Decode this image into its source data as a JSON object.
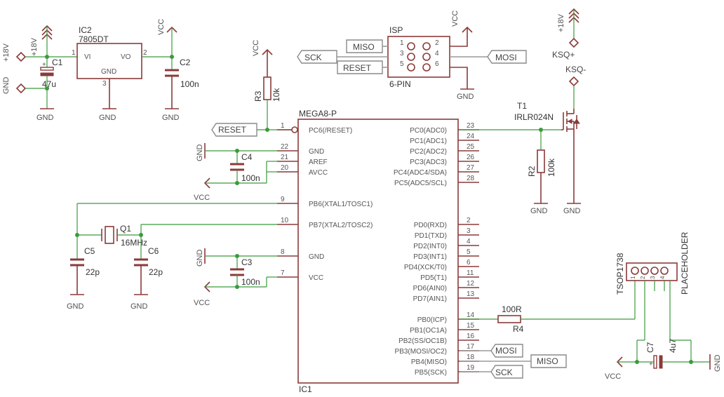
{
  "supply": {
    "v18": "+18V",
    "gnd": "GND",
    "vcc": "VCC"
  },
  "ic2": {
    "ref": "IC2",
    "part": "7805DT",
    "vi": "VI",
    "vo": "VO",
    "gnd": "GND",
    "pin_vi": "1",
    "pin_vo": "2",
    "pin_gnd": "3"
  },
  "c1": {
    "ref": "C1",
    "value": "47u"
  },
  "c2": {
    "ref": "C2",
    "value": "100n"
  },
  "c3": {
    "ref": "C3",
    "value": "100n"
  },
  "c4": {
    "ref": "C4",
    "value": "100n"
  },
  "c5": {
    "ref": "C5",
    "value": "22p"
  },
  "c6": {
    "ref": "C6",
    "value": "22p"
  },
  "c7": {
    "ref": "C7",
    "value": "4u7"
  },
  "q1": {
    "ref": "Q1",
    "value": "16MHz"
  },
  "r2": {
    "ref": "R2",
    "value": "100k"
  },
  "r3": {
    "ref": "R3",
    "value": "10k"
  },
  "r4": {
    "ref": "R4",
    "value": "100R"
  },
  "t1": {
    "ref": "T1",
    "part": "IRLR024N"
  },
  "ksq": {
    "plus": "KSQ+",
    "minus": "KSQ-"
  },
  "isp": {
    "ref": "ISP",
    "part": "6-PIN",
    "pins": [
      "1",
      "2",
      "3",
      "4",
      "5",
      "6"
    ]
  },
  "tsop": {
    "ref": "TSOP1738",
    "value": "PLACEHOLDER",
    "pins": [
      "1",
      "2",
      "3",
      "4"
    ]
  },
  "signals": {
    "sck": "SCK",
    "miso": "MISO",
    "mosi": "MOSI",
    "reset": "RESET"
  },
  "ic1": {
    "ref": "IC1",
    "part": "MEGA8-P",
    "left_pins": [
      {
        "num": "1",
        "name": "PC6(/RESET)"
      },
      {
        "num": "22",
        "name": "GND"
      },
      {
        "num": "21",
        "name": "AREF"
      },
      {
        "num": "20",
        "name": "AVCC"
      },
      {
        "num": "9",
        "name": "PB6(XTAL1/TOSC1)"
      },
      {
        "num": "10",
        "name": "PB7(XTAL2/TOSC2)"
      },
      {
        "num": "8",
        "name": "GND"
      },
      {
        "num": "7",
        "name": "VCC"
      }
    ],
    "right_pins": [
      {
        "num": "23",
        "name": "PC0(ADC0)"
      },
      {
        "num": "24",
        "name": "PC1(ADC1)"
      },
      {
        "num": "25",
        "name": "PC2(ADC2)"
      },
      {
        "num": "26",
        "name": "PC3(ADC3)"
      },
      {
        "num": "27",
        "name": "PC4(ADC4/SDA)"
      },
      {
        "num": "28",
        "name": "PC5(ADC5/SCL)"
      },
      {
        "num": "2",
        "name": "PD0(RXD)"
      },
      {
        "num": "3",
        "name": "PD1(TXD)"
      },
      {
        "num": "4",
        "name": "PD2(INT0)"
      },
      {
        "num": "5",
        "name": "PD3(INT1)"
      },
      {
        "num": "6",
        "name": "PD4(XCK/T0)"
      },
      {
        "num": "11",
        "name": "PD5(T1)"
      },
      {
        "num": "12",
        "name": "PD6(AIN0)"
      },
      {
        "num": "13",
        "name": "PD7(AIN1)"
      },
      {
        "num": "14",
        "name": "PB0(ICP)"
      },
      {
        "num": "15",
        "name": "PB1(OC1A)"
      },
      {
        "num": "16",
        "name": "PB2(SS/OC1B)"
      },
      {
        "num": "17",
        "name": "PB3(MOSI/OC2)"
      },
      {
        "num": "18",
        "name": "PB4(MISO)"
      },
      {
        "num": "19",
        "name": "PB5(SCK)"
      }
    ]
  }
}
